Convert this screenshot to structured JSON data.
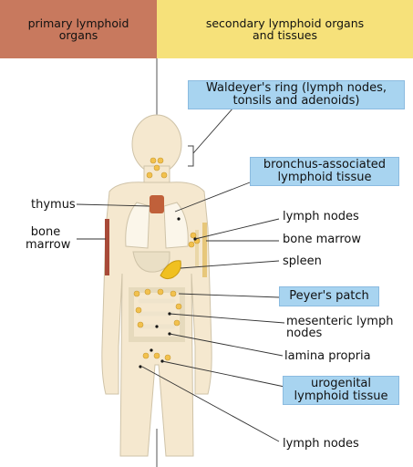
{
  "header": {
    "primary": [
      "primary lymphoid",
      "organs"
    ],
    "secondary": [
      "secondary lymphoid organs",
      "and tissues"
    ]
  },
  "left_labels": {
    "thymus": "thymus",
    "bone_marrow": [
      "bone",
      "marrow"
    ]
  },
  "right_labels": {
    "waldeyer": [
      "Waldeyer's ring (lymph nodes,",
      "tonsils and adenoids)"
    ],
    "balt": [
      "bronchus-associated",
      "lymphoid tissue"
    ],
    "lymph_nodes_upper": "lymph nodes",
    "bone_marrow": "bone marrow",
    "spleen": "spleen",
    "peyers": "Peyer's patch",
    "mesenteric": [
      "mesenteric lymph",
      "nodes"
    ],
    "lamina": "lamina propria",
    "urogenital": [
      "urogenital",
      "lymphoid tissue"
    ],
    "lymph_nodes_lower": "lymph nodes"
  },
  "colors": {
    "primary_header": "#c8795e",
    "secondary_header": "#f6e17a",
    "highlight_box": "#a8d4f0",
    "body_fill": "#f5e8cf",
    "node_yellow": "#f2c14e",
    "spleen": "#f0c020",
    "thymus": "#c0603a",
    "bone_marrow_red": "#a84a38"
  }
}
